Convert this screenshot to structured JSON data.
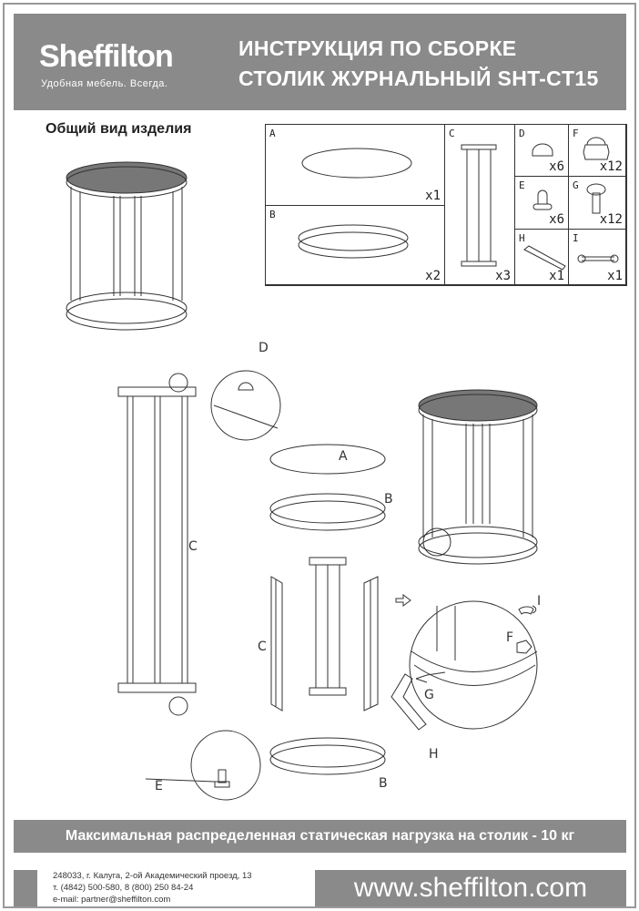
{
  "header": {
    "brand": "Sheffilton",
    "tagline": "Удобная мебель. Всегда.",
    "title_line1": "ИНСТРУКЦИЯ ПО СБОРКЕ",
    "title_line2": "СТОЛИК ЖУРНАЛЬНЫЙ SHT-CT15"
  },
  "overview_title": "Общий вид изделия",
  "parts": [
    {
      "label": "A",
      "qty": "x1"
    },
    {
      "label": "B",
      "qty": "x2"
    },
    {
      "label": "C",
      "qty": "x3"
    },
    {
      "label": "D",
      "qty": "x6"
    },
    {
      "label": "E",
      "qty": "x6"
    },
    {
      "label": "F",
      "qty": "x12"
    },
    {
      "label": "G",
      "qty": "x12"
    },
    {
      "label": "H",
      "qty": "x1"
    },
    {
      "label": "I",
      "qty": "x1"
    }
  ],
  "assembly_labels": {
    "d": "D",
    "a": "A",
    "b1": "B",
    "c1": "C",
    "c2": "C",
    "i": "I",
    "f": "F",
    "g": "G",
    "h": "H",
    "e": "E",
    "b2": "B"
  },
  "footer": {
    "load_note": "Максимальная распределенная статическая нагрузка на столик - 10 кг",
    "address": "248033, г. Калуга, 2-ой Академический проезд, 13",
    "phone": "т. (4842) 500-580, 8 (800) 250 84-24",
    "email": "e-mail: partner@sheffilton.com",
    "website": "www.sheffilton.com"
  }
}
